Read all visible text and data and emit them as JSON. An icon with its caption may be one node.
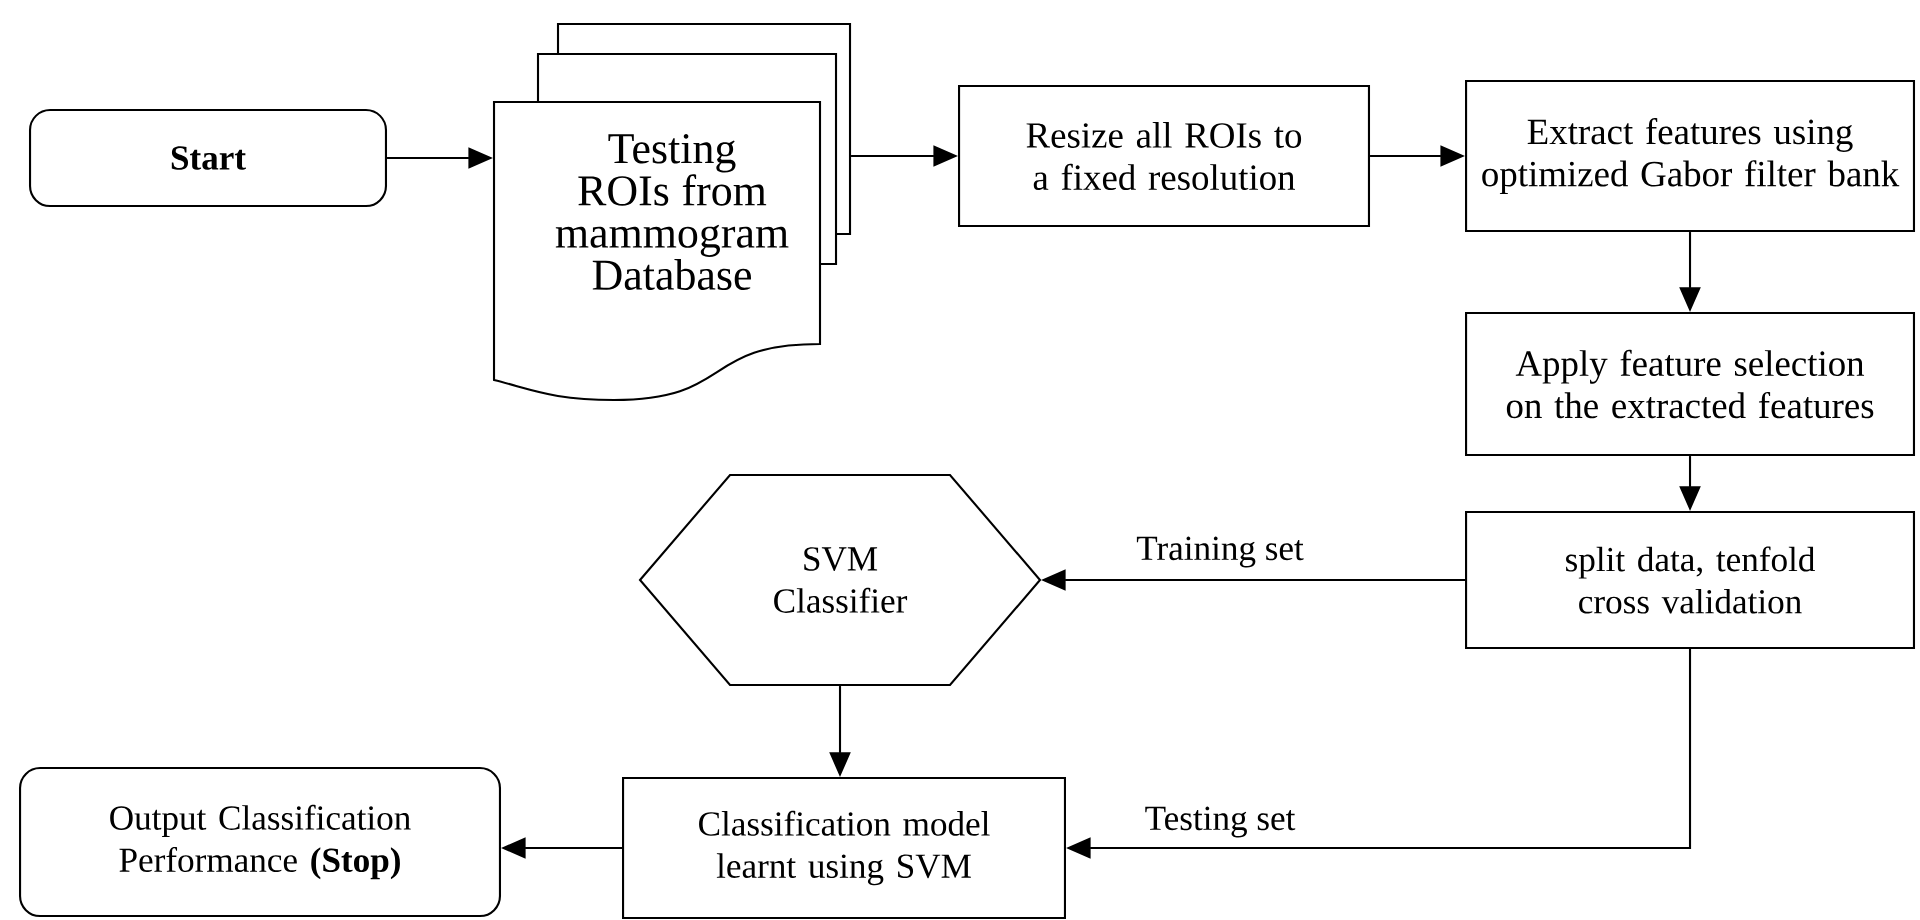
{
  "diagram": {
    "nodes": [
      {
        "text": [
          "Start"
        ]
      },
      {
        "text": [
          "Testing ROIs from mammogram Database"
        ]
      },
      {
        "text": [
          "Resize all ROIs to a fixed resolution"
        ]
      },
      {
        "text": [
          "Extract features using optimized Gabor filter bank"
        ]
      },
      {
        "text": [
          "Apply feature selection on the extracted features"
        ]
      },
      {
        "text": [
          "split data, tenfold cross validation"
        ]
      },
      {
        "text": [
          "SVM Classifier"
        ]
      },
      {
        "text": [
          "Classification model learnt using SVM"
        ]
      },
      {
        "text": [
          "Output Classification Performance **(Stop)**"
        ]
      }
    ],
    "edges": [
      {
        "from": 0,
        "to": 1,
        "arrow": "to"
      },
      {
        "from": 1,
        "to": 2,
        "arrow": "to"
      },
      {
        "from": 2,
        "to": 3,
        "arrow": "to"
      },
      {
        "from": 3,
        "to": 4,
        "arrow": "to"
      },
      {
        "from": 4,
        "to": 5,
        "arrow": "to"
      },
      {
        "from": 5,
        "to": 6,
        "arrow": "to",
        "label": "Training set"
      },
      {
        "from": 6,
        "to": 7,
        "arrow": "to"
      },
      {
        "from": 5,
        "to": 7,
        "arrow": "to",
        "label": "Testing set"
      },
      {
        "from": 7,
        "to": 8,
        "arrow": "to"
      }
    ]
  }
}
